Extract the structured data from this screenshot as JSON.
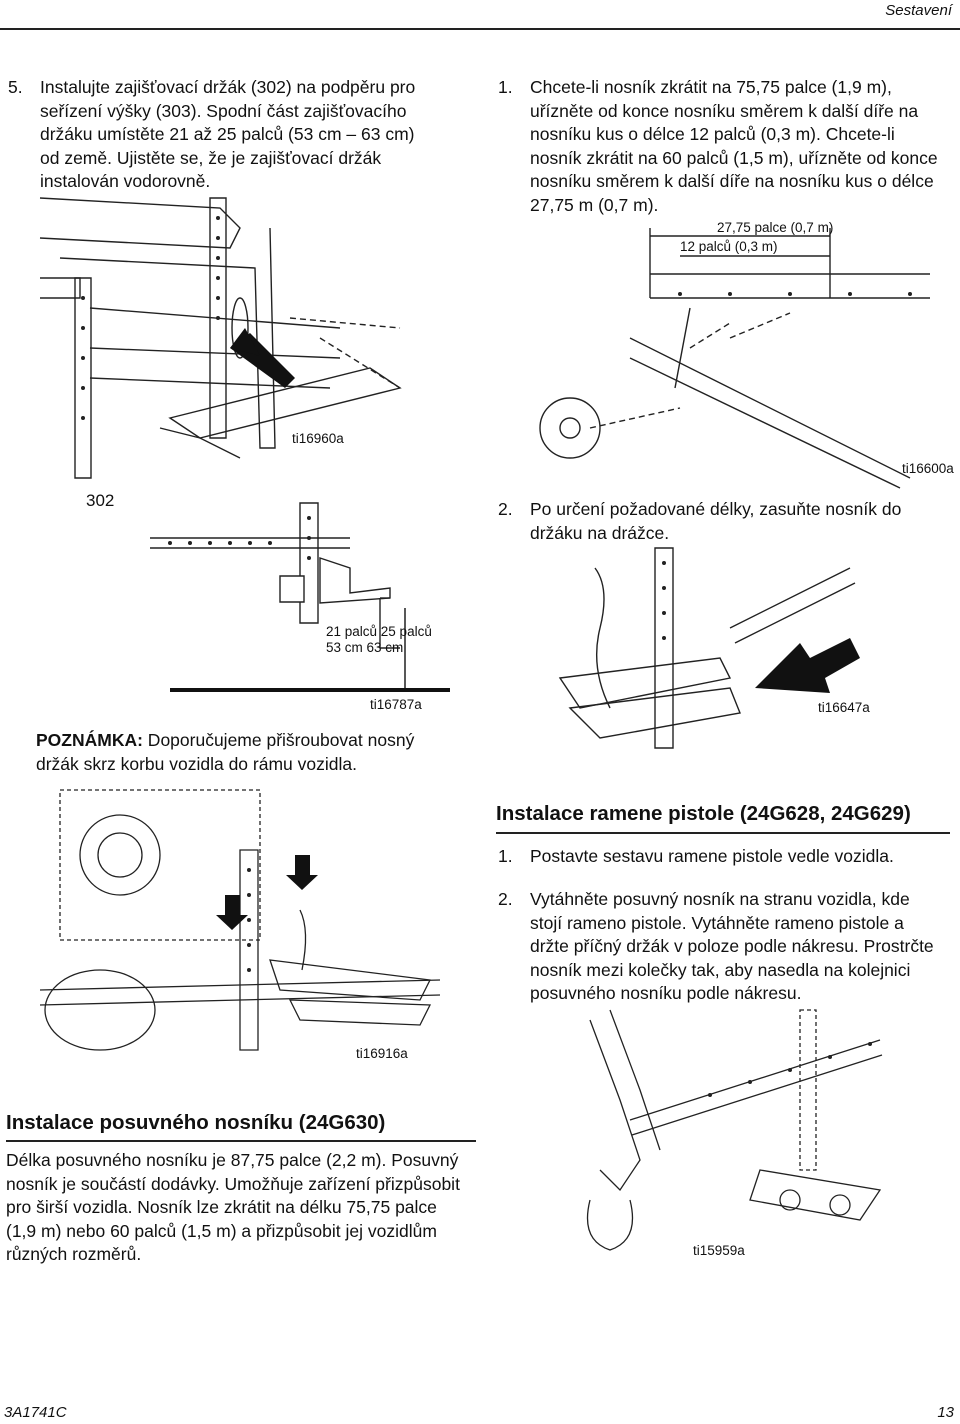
{
  "header": {
    "section": "Sestavení"
  },
  "steps_left": {
    "s5": {
      "num": "5.",
      "text": "Instalujte zajišťovací držák (302) na podpěru pro seřízení výšky (303). Spodní část zajišťovacího držáku umístěte 21 až 25 palců (53 cm – 63 cm) od země. Ujistěte se, že je zajišťovací držák instalován vodorovně."
    }
  },
  "steps_right": {
    "s1": {
      "num": "1.",
      "text": "Chcete-li nosník zkrátit na 75,75 palce (1,9 m), uřízněte od konce nosníku směrem k další díře na nosníku kus o délce 12 palců (0,3 m). Chcete-li nosník zkrátit na 60 palců (1,5 m), uřízněte od konce nosníku směrem k další díře na nosníku kus o délce 27,75 m (0,7 m)."
    },
    "s2": {
      "num": "2.",
      "text": "Po určení požadované délky, zasuňte nosník do držáku na drážce."
    }
  },
  "figures": {
    "f1": {
      "id": "ti16960a"
    },
    "f2": {
      "id": "ti16600a",
      "dim1": "27,75 palce (0,7 m)",
      "dim2": "12 palců (0,3 m)"
    },
    "f3": {
      "id": "ti16787a",
      "callout": "302",
      "dim_line1": "21 palců    25 palců",
      "dim_line2": "53 cm    63 cm"
    },
    "f4": {
      "id": "ti16647a"
    },
    "f5": {
      "id": "ti16916a"
    },
    "f6": {
      "id": "ti15959a"
    }
  },
  "note": {
    "label": "POZNÁMKA:",
    "text": " Doporučujeme přišroubovat nosný držák skrz korbu vozidla do rámu vozidla."
  },
  "section_gun_arm": {
    "title": "Instalace ramene pistole (24G628, 24G629)",
    "step1": {
      "num": "1.",
      "text": "Postavte sestavu ramene pistole vedle vozidla."
    },
    "step2": {
      "num": "2.",
      "text": "Vytáhněte posuvný nosník na stranu vozidla, kde stojí rameno pistole. Vytáhněte rameno pistole a držte příčný držák v poloze podle nákresu. Prostrčte nosník mezi kolečky tak, aby nasedla na kolejnici posuvného nosníku podle nákresu."
    }
  },
  "section_slide_beam": {
    "title": "Instalace posuvného nosníku (24G630)",
    "text": "Délka posuvného nosníku je 87,75 palce (2,2 m). Posuvný nosník je součástí dodávky. Umožňuje zařízení přizpůsobit pro širší vozidla. Nosník lze zkrátit na délku 75,75 palce (1,9 m) nebo 60 palců (1,5 m) a přizpůsobit jej vozidlům různých rozměrů."
  },
  "footer": {
    "doc": "3A1741C",
    "page": "13"
  }
}
